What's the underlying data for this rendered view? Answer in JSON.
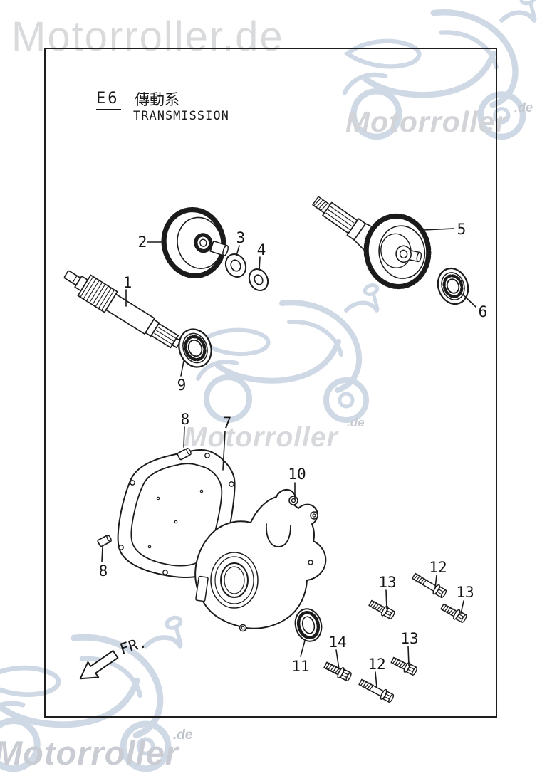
{
  "branding": {
    "top_watermark": "Motorroller.de",
    "logo_text": "Motorroller",
    "logo_suffix": ".de"
  },
  "title_block": {
    "section_code": "E6",
    "title_zh": "傳動系",
    "title_en": "TRANSMISSION"
  },
  "direction_indicator": {
    "label": "FR."
  },
  "callouts": [
    {
      "part": "1"
    },
    {
      "part": "2"
    },
    {
      "part": "3"
    },
    {
      "part": "4"
    },
    {
      "part": "5"
    },
    {
      "part": "6"
    },
    {
      "part": "7"
    },
    {
      "part": "8"
    },
    {
      "part": "8"
    },
    {
      "part": "9"
    },
    {
      "part": "10"
    },
    {
      "part": "11"
    },
    {
      "part": "12"
    },
    {
      "part": "12"
    },
    {
      "part": "13"
    },
    {
      "part": "13"
    },
    {
      "part": "13"
    },
    {
      "part": "14"
    }
  ],
  "colors": {
    "diagram_line": "#1b1b1b",
    "watermark_text_light": "#d9dadc",
    "watermark_logo": "#d2d4d8",
    "watermark_logo_bottom": "#c9cdd3",
    "watermark_sketch": "#cfd9e6"
  }
}
